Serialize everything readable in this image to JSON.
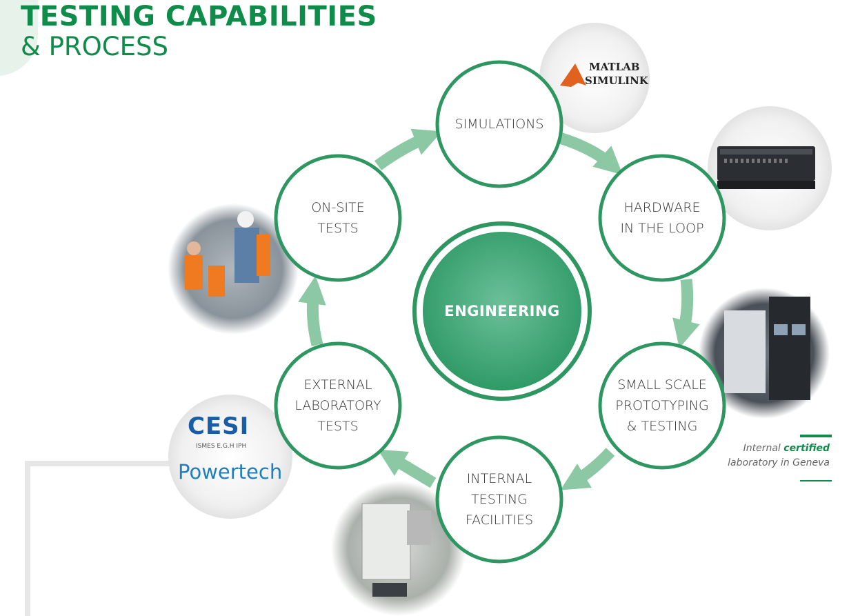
{
  "title": {
    "main": "TESTING CAPABILITIES",
    "sub": "& PROCESS"
  },
  "center": {
    "label": "ENGINEERING"
  },
  "nodes": [
    {
      "id": "simulations",
      "label": "SIMULATIONS"
    },
    {
      "id": "hil",
      "label": "HARDWARE\nIN THE LOOP"
    },
    {
      "id": "small-scale",
      "label": "SMALL SCALE\nPROTOTYPING\n& TESTING"
    },
    {
      "id": "internal",
      "label": "INTERNAL\nTESTING\nFACILITIES"
    },
    {
      "id": "external",
      "label": "EXTERNAL\nLABORATORY\nTESTS"
    },
    {
      "id": "onsite",
      "label": "ON-SITE\nTESTS"
    }
  ],
  "logos": {
    "matlab_line1": "MATLAB",
    "matlab_line2": "SIMULINK",
    "cesi": "CESI",
    "cesi_sub": "ISMES  E.G.H  IPH",
    "powertech": "Powertech"
  },
  "note": {
    "prefix": "Internal ",
    "bold": "certified",
    "line2": "laboratory in Geneva"
  },
  "colors": {
    "brand_green": "#0f8c4a",
    "node_border": "#2e9660",
    "arrow": "#8dc8a4",
    "center_fill": "#3aa271"
  }
}
